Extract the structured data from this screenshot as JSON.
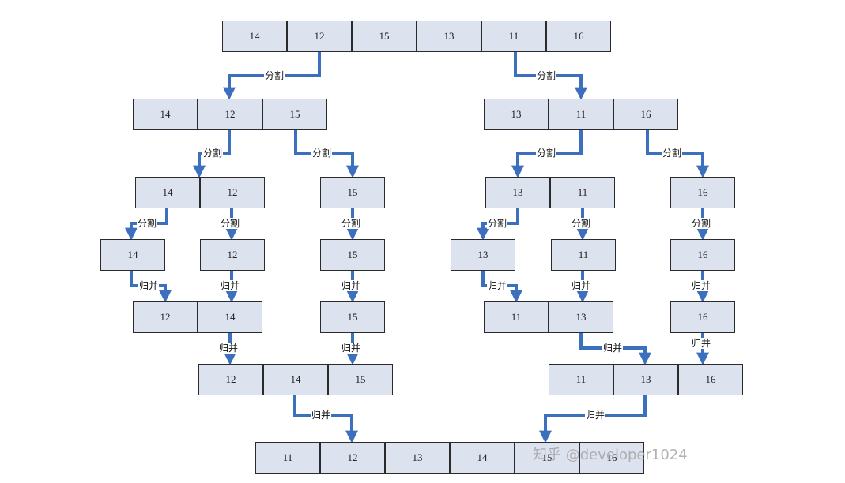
{
  "diagram": {
    "arrow_color": "#3d6fbf",
    "cell_fill": "#dde2ef",
    "watermark": "知乎 @developer1024",
    "edge_labels": {
      "split": "分割",
      "merge": "归并"
    },
    "rows": [
      {
        "name": "level-0-full-array",
        "groups": [
          {
            "values": [
              "14",
              "12",
              "15",
              "13",
              "11",
              "16"
            ]
          }
        ]
      },
      {
        "name": "level-1-split",
        "groups": [
          {
            "values": [
              "14",
              "12",
              "15"
            ]
          },
          {
            "values": [
              "13",
              "11",
              "16"
            ]
          }
        ]
      },
      {
        "name": "level-2-split",
        "groups": [
          {
            "values": [
              "14",
              "12"
            ]
          },
          {
            "values": [
              "15"
            ]
          },
          {
            "values": [
              "13",
              "11"
            ]
          },
          {
            "values": [
              "16"
            ]
          }
        ]
      },
      {
        "name": "level-3-split",
        "groups": [
          {
            "values": [
              "14"
            ]
          },
          {
            "values": [
              "12"
            ]
          },
          {
            "values": [
              "15"
            ]
          },
          {
            "values": [
              "13"
            ]
          },
          {
            "values": [
              "11"
            ]
          },
          {
            "values": [
              "16"
            ]
          }
        ]
      },
      {
        "name": "merge-step-1",
        "groups": [
          {
            "values": [
              "12",
              "14"
            ]
          },
          {
            "values": [
              "15"
            ]
          },
          {
            "values": [
              "11",
              "13"
            ]
          },
          {
            "values": [
              "16"
            ]
          }
        ]
      },
      {
        "name": "merge-step-2",
        "groups": [
          {
            "values": [
              "12",
              "14",
              "15"
            ]
          },
          {
            "values": [
              "11",
              "13",
              "16"
            ]
          }
        ]
      },
      {
        "name": "merge-final",
        "groups": [
          {
            "values": [
              "11",
              "12",
              "13",
              "14",
              "15",
              "16"
            ]
          }
        ]
      }
    ]
  }
}
